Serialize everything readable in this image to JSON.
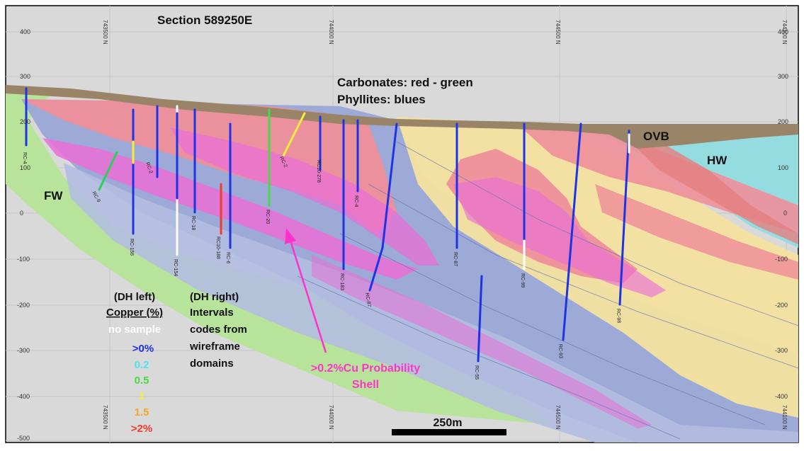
{
  "title": "Section 589250E",
  "lithology_note": [
    "Carbonates: red - green",
    "Phyllites: blues"
  ],
  "zones": {
    "ovb": "OVB",
    "hw": "HW",
    "fw": "FW"
  },
  "elevation_ticks": [
    "400",
    "300",
    "200",
    "100",
    "0",
    "-100",
    "-200",
    "-300",
    "-400",
    "-500"
  ],
  "northings": [
    "743500 N",
    "744000 N",
    "744500 N",
    "744100 N"
  ],
  "legend_left": {
    "heading": "(DH left)",
    "subheading": "Copper (%)",
    "items": [
      {
        "label": "no sample",
        "color": "#ffffff"
      },
      {
        "label": ">0%",
        "color": "#1c33e6"
      },
      {
        "label": "0.2",
        "color": "#4fe3ec"
      },
      {
        "label": "0.5",
        "color": "#49d84a"
      },
      {
        "label": "1",
        "color": "#f4f03a"
      },
      {
        "label": "1.5",
        "color": "#f5a623"
      },
      {
        "label": ">2%",
        "color": "#f13b2c"
      }
    ]
  },
  "legend_right": [
    "(DH right)",
    "Intervals",
    "codes from",
    "wireframe",
    "domains"
  ],
  "shell_label": [
    ">0.2%Cu Probability",
    "Shell"
  ],
  "scale_bar": "250m",
  "drillholes": [
    "RC-4",
    "RC-9",
    "RC-156",
    "RC-2",
    "RC-154",
    "RC-18",
    "RC10-188",
    "RC-6",
    "RC-20",
    "RC-2",
    "RC10-278",
    "RC-4",
    "RC-183",
    "RC-87",
    "RC-87",
    "RC-55",
    "RC-99",
    "RC-93",
    "RC-98"
  ],
  "colors": {
    "background": "#d9d9d9",
    "overburden": "#9a8468",
    "phyllite_blue": "#9aa6d6",
    "carbonate_red": "#ee8f9a",
    "carbonate_green": "#b8e39a",
    "yellow_unit": "#f3e1a0",
    "cyan_unit": "#95dce0",
    "shell": "#ea6fd6",
    "shell_label": "#ff33cc"
  }
}
